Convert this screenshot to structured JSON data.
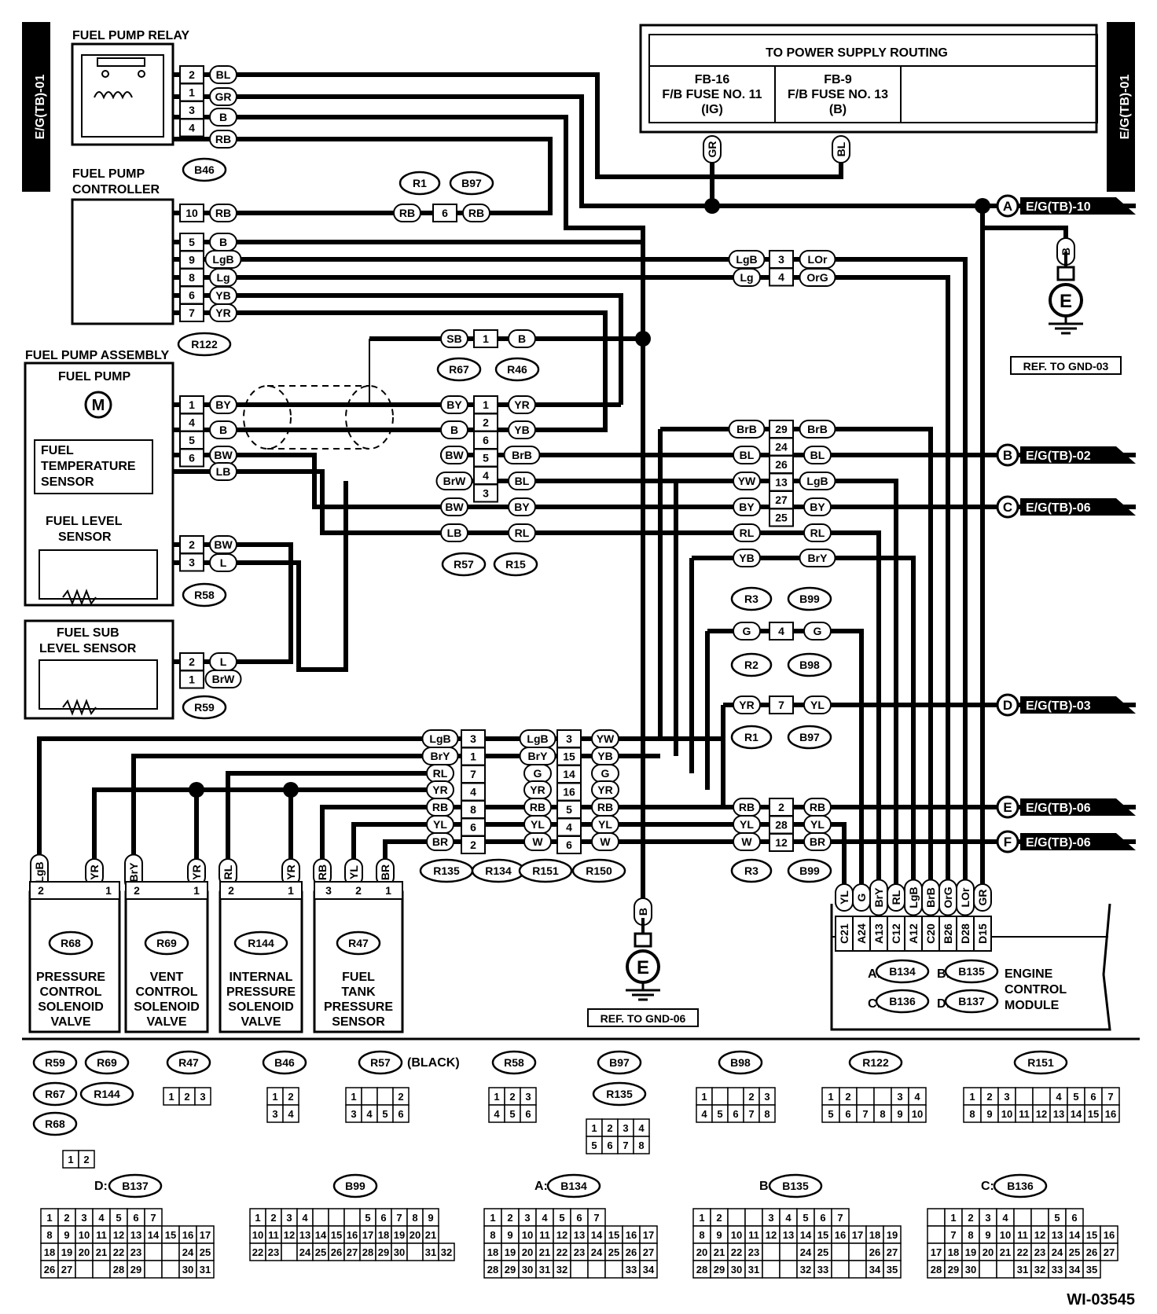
{
  "side_tab": "E/G(TB)-01",
  "power_supply": {
    "title": "TO POWER SUPPLY ROUTING",
    "fuse1": [
      "FB-16",
      "F/B FUSE NO. 11",
      "(IG)"
    ],
    "fuse2": [
      "FB-9",
      "F/B FUSE NO. 13",
      "(B)"
    ]
  },
  "components": {
    "fuel_pump_relay": "FUEL PUMP RELAY",
    "fuel_pump_controller": [
      "FUEL PUMP",
      "CONTROLLER"
    ],
    "fuel_pump_assembly": "FUEL PUMP ASSEMBLY",
    "fuel_pump": "FUEL PUMP",
    "motor": "M",
    "fuel_temp_sensor": [
      "FUEL",
      "TEMPERATURE",
      "SENSOR"
    ],
    "fuel_level_sensor": [
      "FUEL LEVEL",
      "SENSOR"
    ],
    "fuel_sub_level_sensor": [
      "FUEL SUB",
      "LEVEL SENSOR"
    ],
    "pressure_control": [
      "PRESSURE",
      "CONTROL",
      "SOLENOID",
      "VALVE"
    ],
    "vent_control": [
      "VENT",
      "CONTROL",
      "SOLENOID",
      "VALVE"
    ],
    "internal_pressure": [
      "INTERNAL",
      "PRESSURE",
      "SOLENOID",
      "VALVE"
    ],
    "fuel_tank_pressure": [
      "FUEL",
      "TANK",
      "PRESSURE",
      "SENSOR"
    ],
    "ecm": [
      "ENGINE",
      "CONTROL",
      "MODULE"
    ]
  },
  "connectors": {
    "B46": "B46",
    "R122": "R122",
    "R1": "R1",
    "B97": "B97",
    "R67": "R67",
    "R46": "R46",
    "R57": "R57",
    "R15": "R15",
    "R58": "R58",
    "R59": "R59",
    "R3": "R3",
    "B99": "B99",
    "R2": "R2",
    "B98": "B98",
    "R135": "R135",
    "R134": "R134",
    "R151": "R151",
    "R150": "R150",
    "R68": "R68",
    "R69": "R69",
    "R144": "R144",
    "R47": "R47",
    "B134": "B134",
    "B135": "B135",
    "B136": "B136",
    "B137": "B137"
  },
  "ecm_prefixes": [
    "A:",
    "B:",
    "C:",
    "D:"
  ],
  "ecm_pins": [
    "C21",
    "A24",
    "A13",
    "C12",
    "A12",
    "C20",
    "B26",
    "D28",
    "D15"
  ],
  "ecm_wires": [
    "YL",
    "G",
    "BrY",
    "RL",
    "LgB",
    "BrB",
    "OrG",
    "LOr",
    "GR"
  ],
  "ground": {
    "symbol": "E",
    "wire": "B",
    "ref1": "REF. TO GND-03",
    "ref2": "REF. TO GND-06"
  },
  "outputs": [
    {
      "letter": "A",
      "text": "E/G(TB)-10"
    },
    {
      "letter": "B",
      "text": "E/G(TB)-02"
    },
    {
      "letter": "C",
      "text": "E/G(TB)-06"
    },
    {
      "letter": "D",
      "text": "E/G(TB)-03"
    },
    {
      "letter": "E",
      "text": "E/G(TB)-06"
    },
    {
      "letter": "F",
      "text": "E/G(TB)-06"
    }
  ],
  "legend": {
    "r57_note": "(BLACK)",
    "prefix_d": "D:",
    "prefix_a": "A:",
    "prefix_b": "B:",
    "prefix_c": "C:"
  },
  "figure_id": "WI-03545"
}
